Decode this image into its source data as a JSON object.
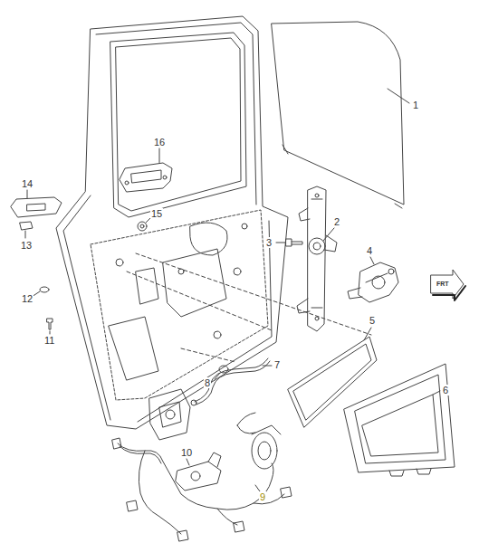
{
  "diagram": {
    "labels": [
      "1",
      "16",
      "14",
      "2",
      "15",
      "3",
      "4",
      "13",
      "FRT",
      "12",
      "5",
      "11",
      "7",
      "8",
      "6",
      "10",
      "9"
    ]
  }
}
